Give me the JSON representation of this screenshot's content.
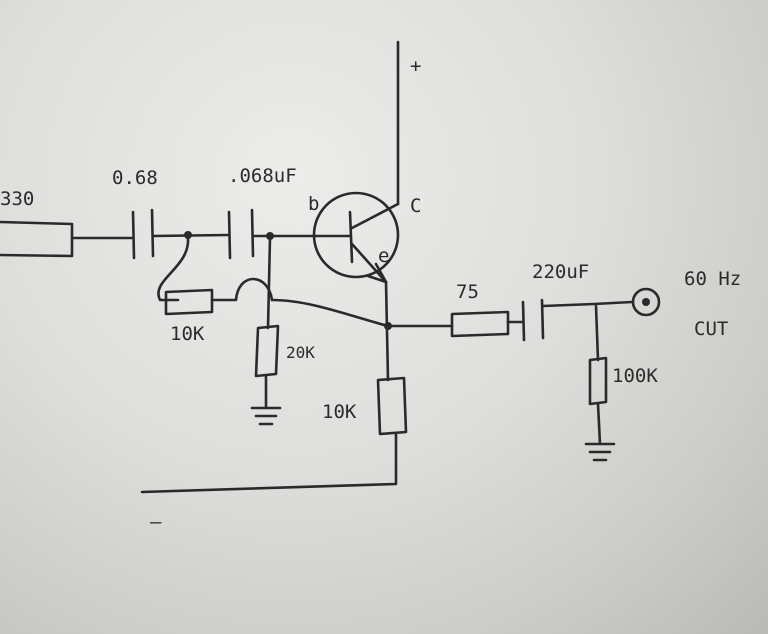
{
  "diagram": {
    "components": {
      "r_input": "330",
      "c1": "0.68",
      "c2": ".068uF",
      "r_feedback": "10K",
      "r_bias": "20K",
      "r_emitter": "10K",
      "r_series": "75",
      "c_out": "220uF",
      "r_load": "100K"
    },
    "transistor": {
      "base": "b",
      "collector": "C",
      "emitter": "e"
    },
    "rails": {
      "positive": "+",
      "negative": "—"
    },
    "output": {
      "label_line1": "60 Hz",
      "label_line2": "CUT"
    }
  }
}
